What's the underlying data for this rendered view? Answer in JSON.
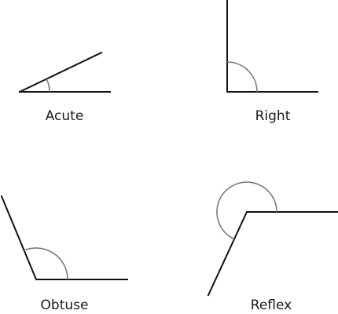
{
  "angles": {
    "acute": {
      "label": "Acute"
    },
    "right": {
      "label": "Right"
    },
    "obtuse": {
      "label": "Obtuse"
    },
    "reflex": {
      "label": "Reflex"
    }
  },
  "colors": {
    "line": "#111111",
    "arc": "#7a7a7a",
    "text": "#1a1a1a",
    "background": "#ffffff"
  }
}
